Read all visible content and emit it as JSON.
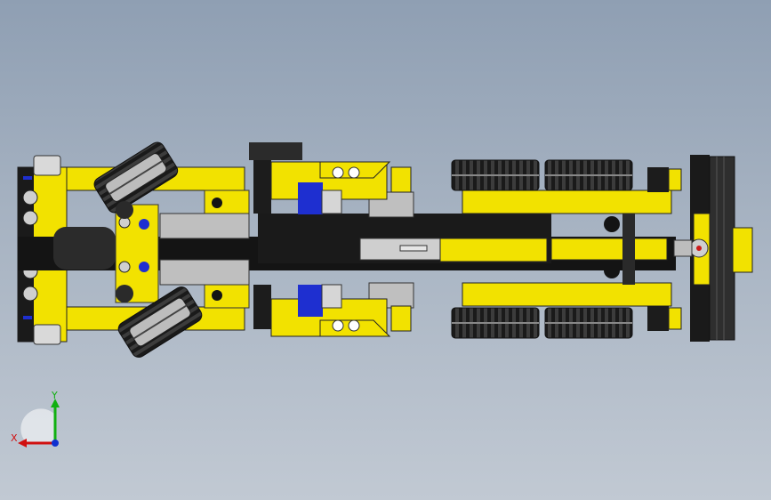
{
  "viewport": {
    "background_top": "#8f9fb3",
    "background_bottom": "#c1c9d3"
  },
  "model": {
    "colors": {
      "yellow": "#f2e200",
      "yellow_dark": "#c7b900",
      "black": "#141414",
      "dark_gray": "#3a3a3a",
      "gray": "#9a9a9a",
      "light_gray": "#cfcfcf",
      "blue": "#1e2fd0",
      "red": "#cc1a1a"
    },
    "parts": [
      "chassis-beam",
      "front-wheel-left",
      "front-wheel-right",
      "rear-wheel-pair-top",
      "rear-wheel-pair-bottom",
      "steering-arm-top",
      "steering-arm-bottom",
      "pins-blue"
    ]
  },
  "triad": {
    "x_label": "X",
    "y_label": "Y",
    "colors": {
      "x": "#d01010",
      "y": "#10b010",
      "z": "#1030d0"
    }
  }
}
